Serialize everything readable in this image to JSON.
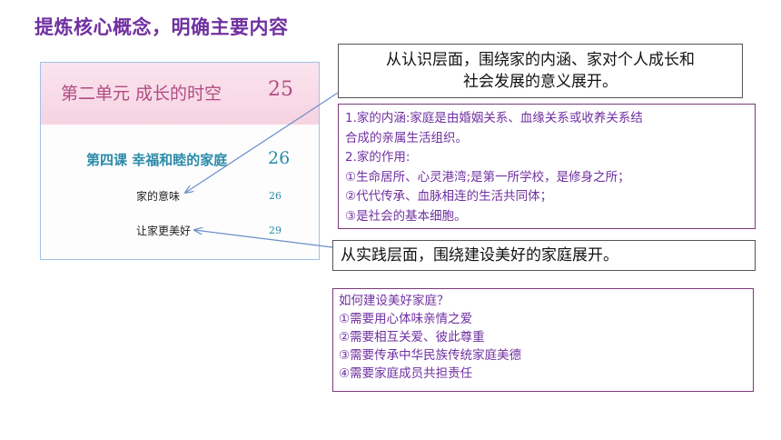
{
  "slide": {
    "title": "提炼核心概念，明确主要内容"
  },
  "toc": {
    "unit_label": "第二单元  成长的时空",
    "unit_page": "25",
    "lesson_label": "第四课  幸福和睦的家庭",
    "lesson_page": "26",
    "items": [
      {
        "label": "家的意味",
        "page": "26"
      },
      {
        "label": "让家更美好",
        "page": "29"
      }
    ]
  },
  "callouts": {
    "cognitive_lines": [
      "从认识层面，围绕家的内涵、家对个人成长和",
      "社会发展的意义展开。"
    ],
    "content_lines": [
      "1.家的内涵:家庭是由婚姻关系、血缘关系或收养关系结",
      "合成的亲属生活组织。",
      "2.家的作用:",
      "①生命居所、心灵港湾;是第一所学校，是修身之所；",
      "②代代传承、血脉相连的生活共同体；",
      "③是社会的基本细胞。"
    ],
    "practice_text": "从实践层面，围绕建设美好的家庭展开。",
    "build_lines": [
      "如何建设美好家庭？",
      "①需要用心体味亲情之爱",
      "②需要相互关爱、彼此尊重",
      "③需要传承中华民族传统家庭美德",
      "④需要家庭成员共担责任"
    ]
  },
  "colors": {
    "title": "#7030a0",
    "arrow": "#6a8fc8",
    "unit_bar": "#f6d3e2"
  }
}
